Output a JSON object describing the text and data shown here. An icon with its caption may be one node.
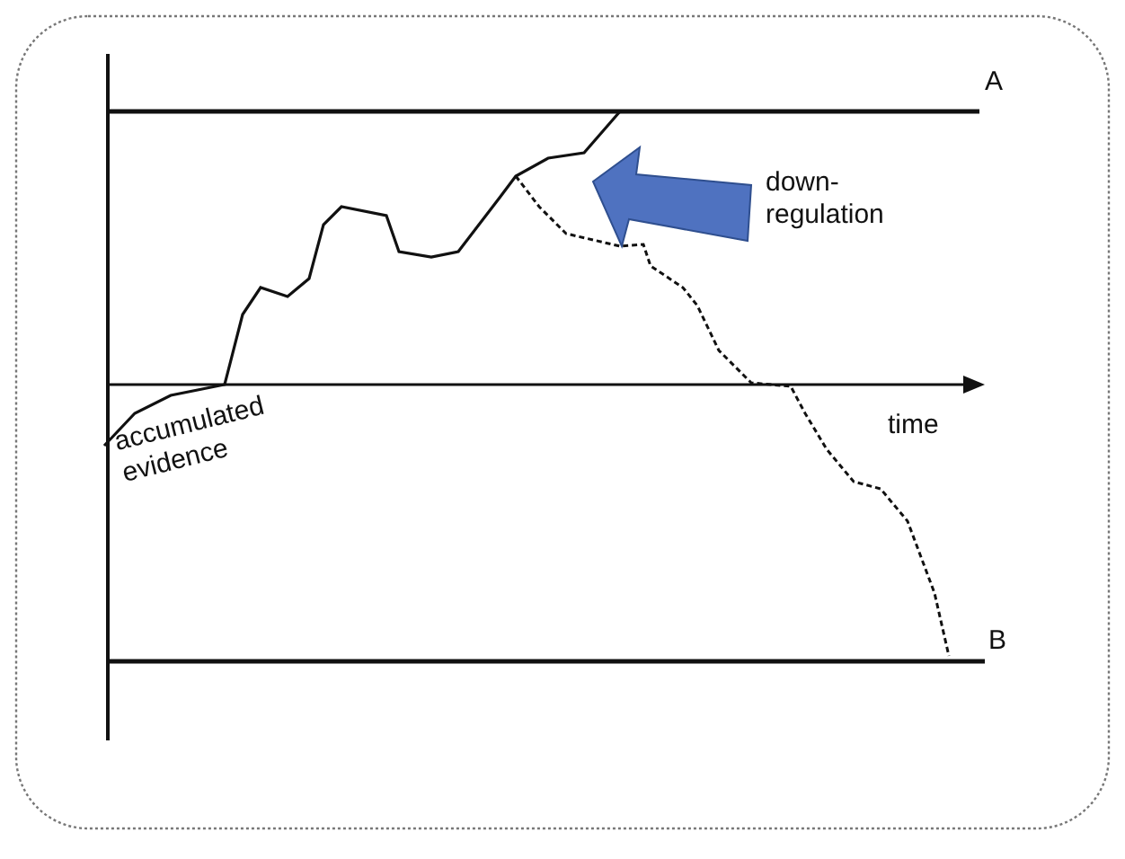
{
  "diagram": {
    "labels": [
      "A",
      "down-regulation",
      "time",
      "accumulated evidence",
      "B"
    ]
  }
}
